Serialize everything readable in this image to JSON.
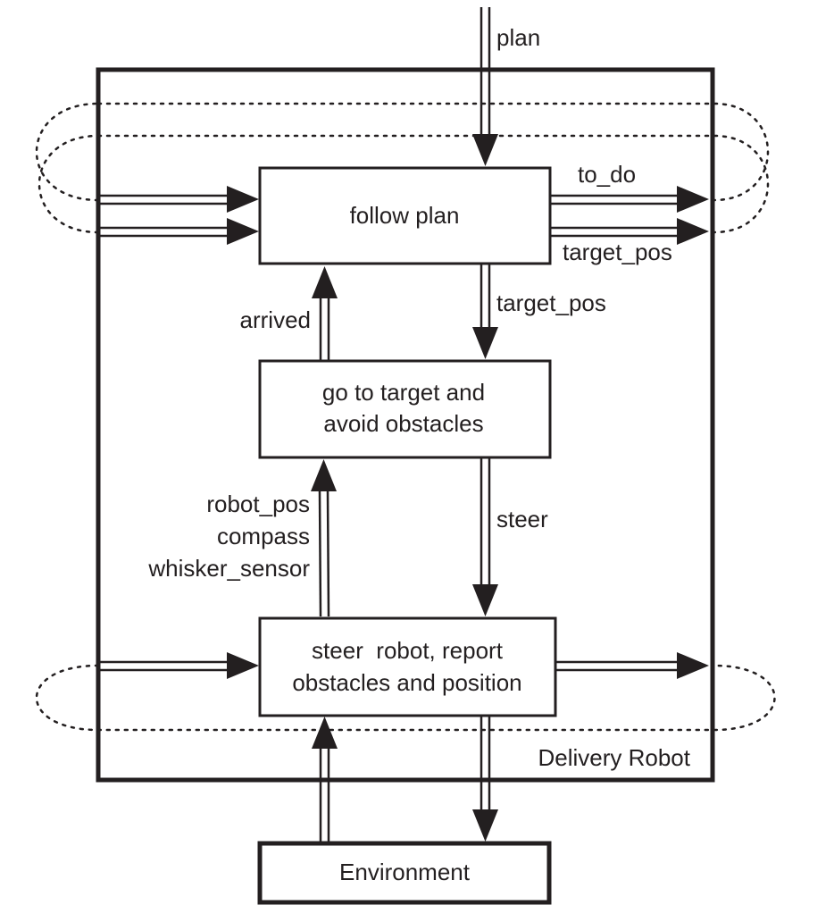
{
  "diagram": {
    "system_label": "Delivery Robot",
    "modules": {
      "follow_plan": [
        "follow plan"
      ],
      "go_to_target": [
        "go to target and",
        "avoid obstacles"
      ],
      "steer_robot": [
        "steer  robot, report",
        "obstacles and position"
      ],
      "environment": [
        "Environment"
      ]
    },
    "flows": {
      "plan_in": "plan",
      "to_do_out": "to_do",
      "target_pos_out": "target_pos",
      "target_pos_down": "target_pos",
      "arrived_up": "arrived",
      "steer_down": "steer",
      "percepts_up": [
        "robot_pos",
        "compass",
        "whisker_sensor"
      ]
    }
  }
}
